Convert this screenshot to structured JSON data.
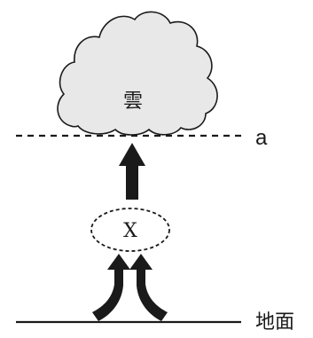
{
  "diagram": {
    "cloud_label": "雲",
    "level_label": "a",
    "parcel_label": "X",
    "ground_label": "地面"
  }
}
